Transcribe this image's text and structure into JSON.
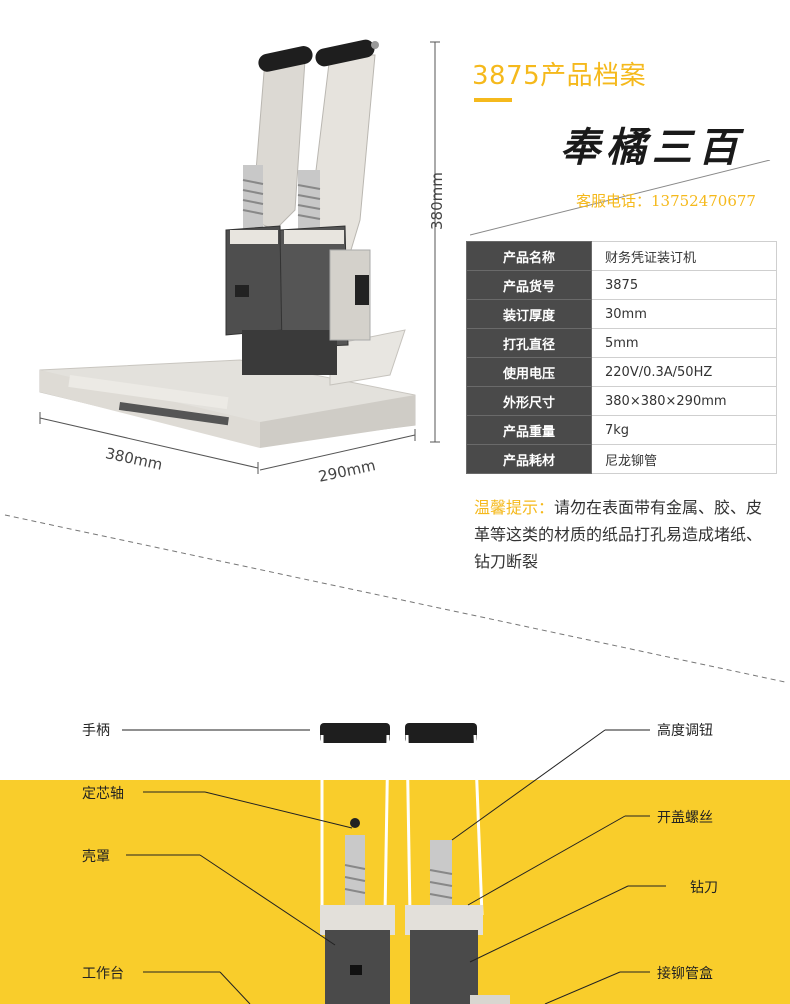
{
  "header": {
    "title": "3875产品档案",
    "brand": "奉橘三百",
    "contact": "客服电话：13752470677"
  },
  "dimensions": {
    "height": "380mm",
    "length": "380mm",
    "width": "290mm"
  },
  "specs": [
    {
      "key": "产品名称",
      "value": "财务凭证装订机"
    },
    {
      "key": "产品货号",
      "value": "3875"
    },
    {
      "key": "装订厚度",
      "value": "30mm"
    },
    {
      "key": "打孔直径",
      "value": "5mm"
    },
    {
      "key": "使用电压",
      "value": "220V/0.3A/50HZ"
    },
    {
      "key": "外形尺寸",
      "value": "380×380×290mm"
    },
    {
      "key": "产品重量",
      "value": "7kg"
    },
    {
      "key": "产品耗材",
      "value": "尼龙铆管"
    }
  ],
  "tip": {
    "label": "温馨提示：",
    "text": "请勿在表面带有金属、胶、皮革等这类的材质的纸品打孔易造成堵纸、钻刀断裂"
  },
  "parts": {
    "left": [
      "手柄",
      "定芯轴",
      "壳罩",
      "工作台"
    ],
    "right": [
      "高度调钮",
      "开盖螺丝",
      "钻刀",
      "接铆管盒"
    ]
  },
  "colors": {
    "accent": "#f5b91c",
    "band": "#f9cd2b",
    "table_key_bg": "#4a4a4a"
  }
}
